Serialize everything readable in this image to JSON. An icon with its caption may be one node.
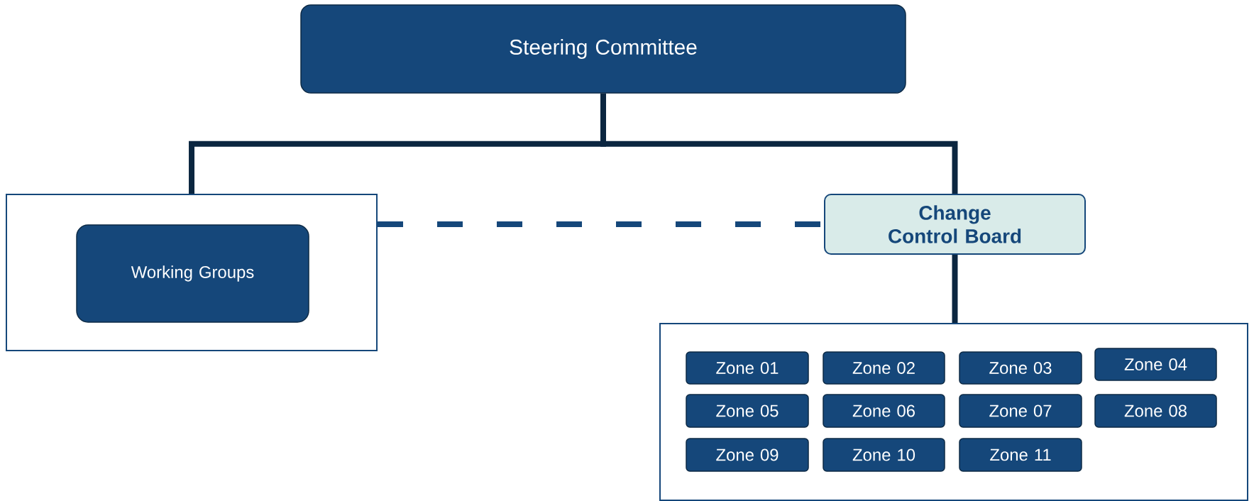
{
  "diagram": {
    "nodes": [
      {
        "text": [
          "Steering Committee"
        ]
      },
      {
        "text": [],
        "shape": "box"
      },
      {
        "text": [
          "Working Groups"
        ],
        "in": 1
      },
      {
        "text": [
          "Change Control Board"
        ]
      },
      {
        "text": [],
        "shape": "box"
      },
      {
        "text": [
          "Zone 01"
        ],
        "in": 4
      },
      {
        "text": [
          "Zone 02"
        ],
        "in": 4
      },
      {
        "text": [
          "Zone 03"
        ],
        "in": 4
      },
      {
        "text": [
          "Zone 04"
        ],
        "in": 4
      },
      {
        "text": [
          "Zone 05"
        ],
        "in": 4
      },
      {
        "text": [
          "Zone 06"
        ],
        "in": 4
      },
      {
        "text": [
          "Zone 07"
        ],
        "in": 4
      },
      {
        "text": [
          "Zone 08"
        ],
        "in": 4
      },
      {
        "text": [
          "Zone 09"
        ],
        "in": 4
      },
      {
        "text": [
          "Zone 10"
        ],
        "in": 4
      },
      {
        "text": [
          "Zone 11"
        ],
        "in": 4
      }
    ],
    "edges": [
      {
        "from": 0,
        "to": 1,
        "arrow": "none"
      },
      {
        "from": 0,
        "to": 3,
        "arrow": "none"
      },
      {
        "from": 1,
        "to": 3,
        "arrow": "none",
        "style": "dashed",
        "color": "#15477a"
      },
      {
        "from": 3,
        "to": 4,
        "arrow": "none"
      }
    ]
  }
}
